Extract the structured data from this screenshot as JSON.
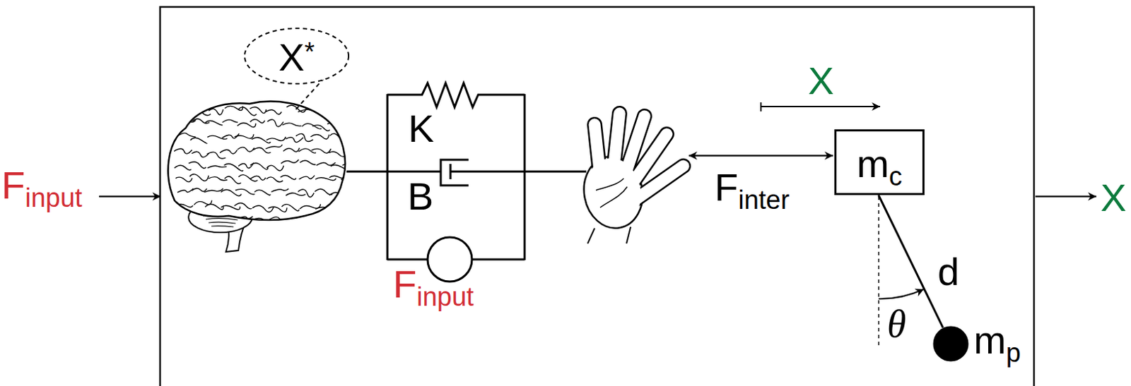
{
  "diagram": {
    "nodes": [
      {
        "text": [
          "X*"
        ]
      },
      {
        "text": [
          "Finput"
        ]
      },
      {
        "text": [
          "mc"
        ]
      },
      {
        "text": [
          "mp"
        ]
      }
    ],
    "edges": [
      {
        "from": 2,
        "to": 3,
        "label": "d",
        "arrow": "none"
      }
    ],
    "labels": [
      "Finput",
      "K",
      "B",
      "Finter",
      "X",
      "θ",
      "X"
    ]
  }
}
